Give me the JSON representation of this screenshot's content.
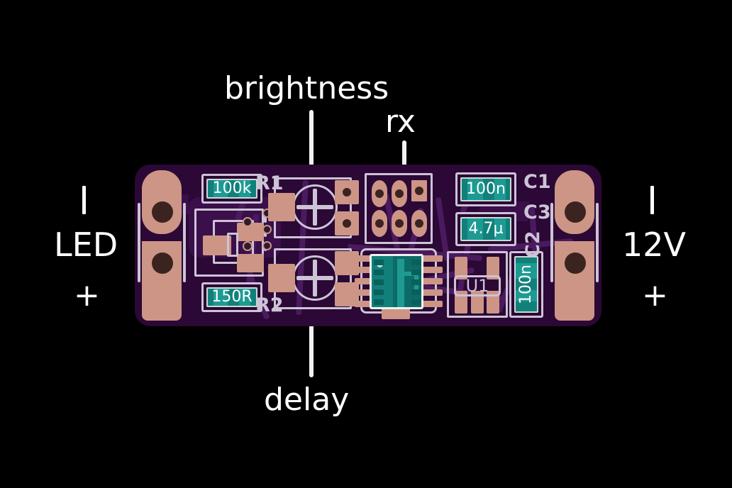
{
  "scene": {
    "background_color": "#000000",
    "subject": "printed-circuit-board render with callout annotations"
  },
  "annotations": [
    {
      "id": "brightness",
      "label": "brightness",
      "position": "top-left-of-center"
    },
    {
      "id": "rx",
      "label": "rx",
      "position": "top-right-of-center"
    },
    {
      "id": "delay",
      "label": "delay",
      "position": "bottom-center"
    }
  ],
  "terminals": {
    "left": {
      "minus_glyph": "l",
      "name": "LED",
      "plus_glyph": "+"
    },
    "right": {
      "minus_glyph": "l",
      "name": "12V",
      "plus_glyph": "+"
    }
  },
  "pcb": {
    "substrate_color": "#2b0835",
    "copper_color": "#cd9585",
    "silkscreen_color": "#cdc3d6",
    "component_color": "#11807a",
    "components": [
      {
        "ref": "R1",
        "value": "100k",
        "type": "resistor"
      },
      {
        "ref": "R2",
        "value": "150R",
        "type": "resistor"
      },
      {
        "ref": "C1",
        "value": "100n",
        "type": "capacitor"
      },
      {
        "ref": "C3",
        "value": "4.7µ",
        "type": "capacitor"
      },
      {
        "ref": "C2",
        "value": "100n",
        "type": "capacitor"
      },
      {
        "ref": "U1",
        "value": "U1",
        "type": "regulator"
      }
    ],
    "silk_refs": {
      "r1": "R1",
      "r2": "R2",
      "c1": "C1",
      "c3": "C3",
      "c2": "C2",
      "u1": "U1"
    },
    "silk_values": {
      "r1": "100k",
      "r2": "150R",
      "c1": "100n",
      "c3": "4.7µ",
      "c2": "100n"
    },
    "header": {
      "name": "rx-header",
      "rows": 2,
      "columns": 3,
      "pads": 6
    },
    "trimmers": [
      {
        "ref": "brightness-trimmer",
        "adjust": "cross-slot"
      },
      {
        "ref": "delay-trimmer",
        "adjust": "cross-slot"
      }
    ],
    "terminal_pads": [
      {
        "name": "led-terminal",
        "holes": 2
      },
      {
        "name": "power-terminal",
        "holes": 2
      }
    ]
  }
}
